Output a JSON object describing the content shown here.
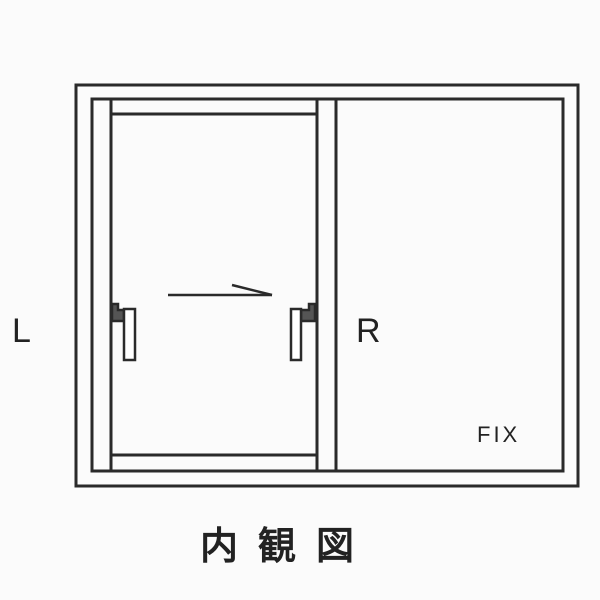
{
  "labels": {
    "left": "L",
    "right": "R",
    "fixed_pane": "FIX",
    "caption": "内観図"
  },
  "colors": {
    "line": "#2a2a2a",
    "background": "#fbfbfb"
  }
}
